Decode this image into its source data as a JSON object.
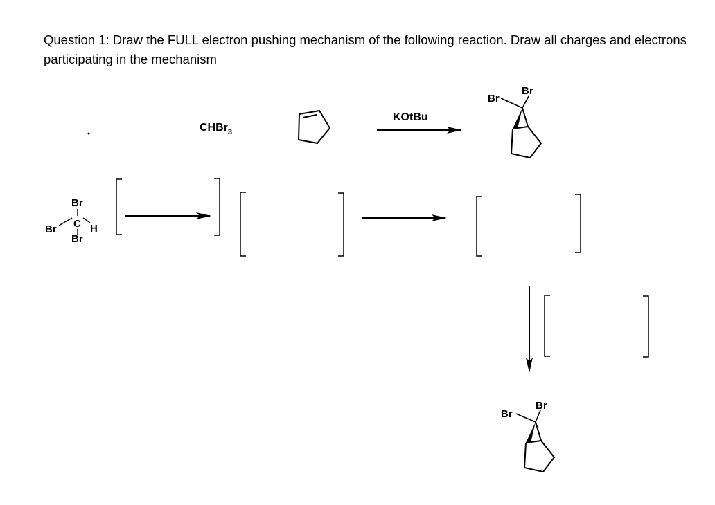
{
  "question": {
    "text": "Question 1: Draw the FULL electron pushing mechanism of the following reaction. Draw all charges and electrons participating in the mechanism"
  },
  "reaction": {
    "reagent_formula": "CHBr",
    "reagent_subscript": "3",
    "base": "KOtBu"
  },
  "bromoform": {
    "atom_top": "Br",
    "atom_center": "C",
    "atom_left": "Br",
    "atom_right": "H",
    "atom_bottom": "Br"
  },
  "product_top": {
    "br_left": "Br",
    "br_right": "Br"
  },
  "product_bottom": {
    "br_left": "Br",
    "br_right": "Br"
  },
  "colors": {
    "ink": "#000000",
    "background": "#ffffff"
  }
}
